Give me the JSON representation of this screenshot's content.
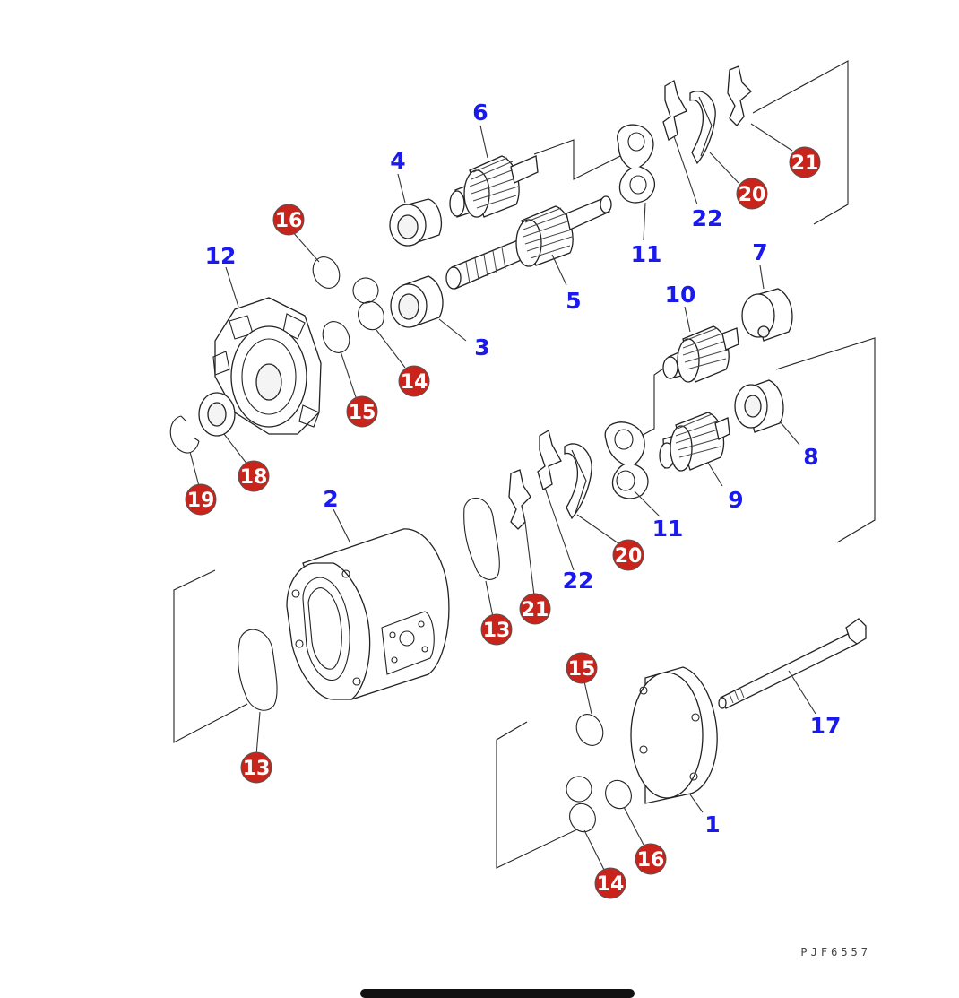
{
  "diagram": {
    "drawing_code": "PJF6557",
    "callouts": {
      "c1": "1",
      "c2": "2",
      "c3": "3",
      "c4": "4",
      "c5": "5",
      "c6": "6",
      "c7": "7",
      "c8": "8",
      "c9": "9",
      "c10": "10",
      "c11a": "11",
      "c11b": "11",
      "c12": "12",
      "c17": "17",
      "c22a": "22",
      "c22b": "22"
    },
    "badges": {
      "b13a": "13",
      "b13b": "13",
      "b14a": "14",
      "b14b": "14",
      "b15a": "15",
      "b15b": "15",
      "b16a": "16",
      "b16b": "16",
      "b18": "18",
      "b19": "19",
      "b20a": "20",
      "b20b": "20",
      "b21a": "21",
      "b21b": "21"
    }
  },
  "colors": {
    "label_blue": "#1a1aee",
    "badge_red": "#c8241c"
  }
}
